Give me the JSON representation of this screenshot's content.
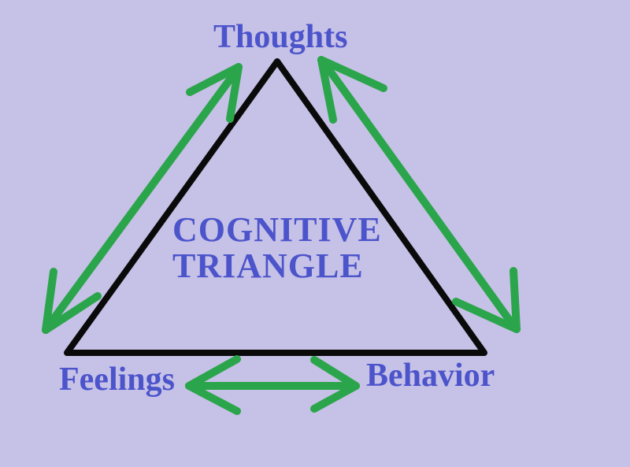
{
  "diagram": {
    "center_title_line1": "COGNITIVE",
    "center_title_line2": "TRIANGLE",
    "nodes": {
      "top": "Thoughts",
      "bottom_left": "Feelings",
      "bottom_right": "Behavior"
    },
    "relations": [
      "Thoughts <-> Feelings",
      "Thoughts <-> Behavior",
      "Feelings <-> Behavior"
    ],
    "colors": {
      "background": "#c6c1e6",
      "triangle_outline": "#0a0a0a",
      "arrow_green": "#2ba54b",
      "label_blue": "#4c54cb"
    }
  }
}
